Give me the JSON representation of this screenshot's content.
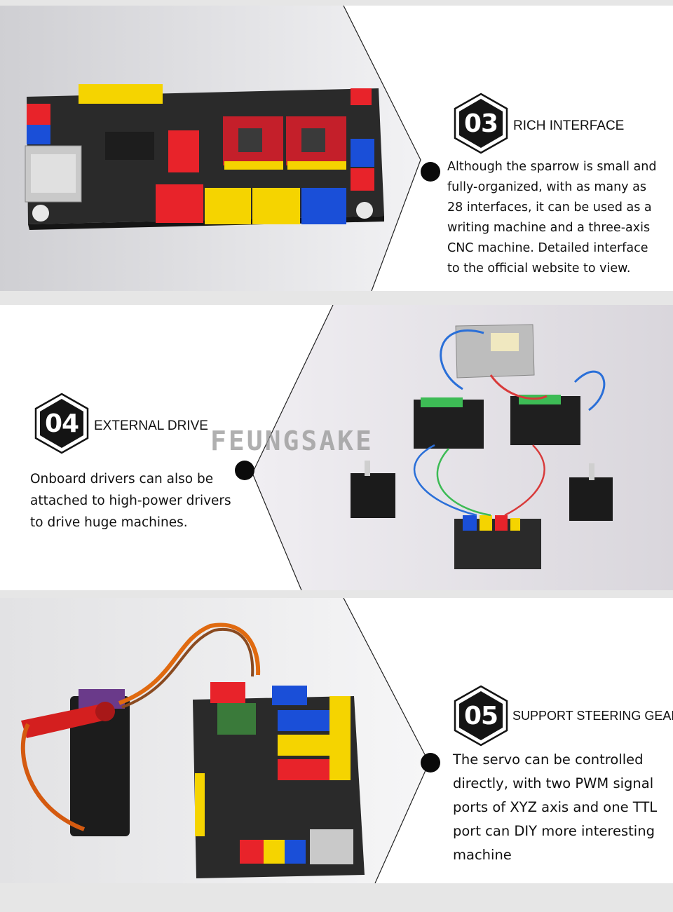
{
  "features": [
    {
      "number": "03",
      "title": "RICH INTERFACE",
      "lines": [
        "Although the sparrow is small and",
        "fully-organized, with as many as",
        "28 interfaces, it can be used as a",
        "writing machine and a three-axis",
        "CNC machine. Detailed interface",
        "to the official website to view."
      ]
    },
    {
      "number": "04",
      "title": "EXTERNAL DRIVE",
      "lines": [
        "Onboard drivers can also be",
        "attached to high-power drivers",
        "to drive huge machines."
      ]
    },
    {
      "number": "05",
      "title": "SUPPORT STEERING GEAR",
      "lines": [
        "The servo can be controlled",
        "directly, with two PWM signal",
        "ports of XYZ axis and one TTL",
        "port can DIY more interesting",
        "machine"
      ]
    }
  ],
  "watermark": "FEUNGSAKE",
  "colors": {
    "badge_dark": "#141414",
    "section_bg": "#ffffff",
    "gap_bg": "#e6e6e6",
    "pcb": "#2b2b2b",
    "red": "#e8232a",
    "yellow": "#f5d400",
    "blue": "#1a4fd8"
  }
}
